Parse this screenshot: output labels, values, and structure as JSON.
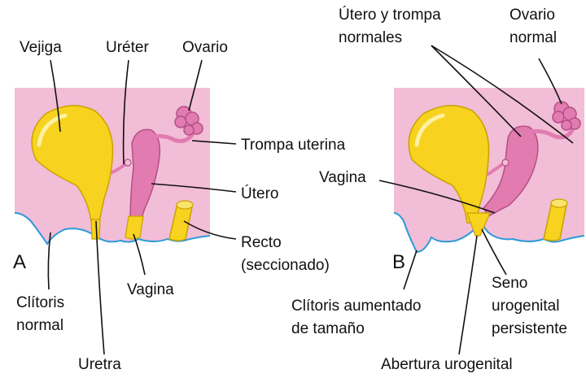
{
  "colors": {
    "background": "#ffffff",
    "tissue": "#f2bdd6",
    "bladder": "#f7d21e",
    "bladder_outline": "#c9a200",
    "uterus": "#e27bb0",
    "uterus_outline": "#b44f86",
    "perineum_line": "#2a9bd8",
    "text": "#111111"
  },
  "panel_a": {
    "letter": "A",
    "labels": {
      "bladder": "Vejiga",
      "ureter": "Uréter",
      "ovary": "Ovario",
      "uterine_tube": "Trompa uterina",
      "uterus": "Útero",
      "rectum_line1": "Recto",
      "rectum_line2": "(seccionado)",
      "vagina": "Vagina",
      "clitoris_line1": "Clítoris",
      "clitoris_line2": "normal",
      "urethra": "Uretra"
    }
  },
  "panel_b": {
    "letter": "B",
    "labels": {
      "uterus_tubes_line1": "Útero y trompa",
      "uterus_tubes_line2": "normales",
      "ovary_line1": "Ovario",
      "ovary_line2": "normal",
      "vagina": "Vagina",
      "clitoris_line1": "Clítoris aumentado",
      "clitoris_line2": "de tamaño",
      "sinus_line1": "Seno",
      "sinus_line2": "urogenital",
      "sinus_line3": "persistente",
      "opening": "Abertura urogenital"
    }
  }
}
